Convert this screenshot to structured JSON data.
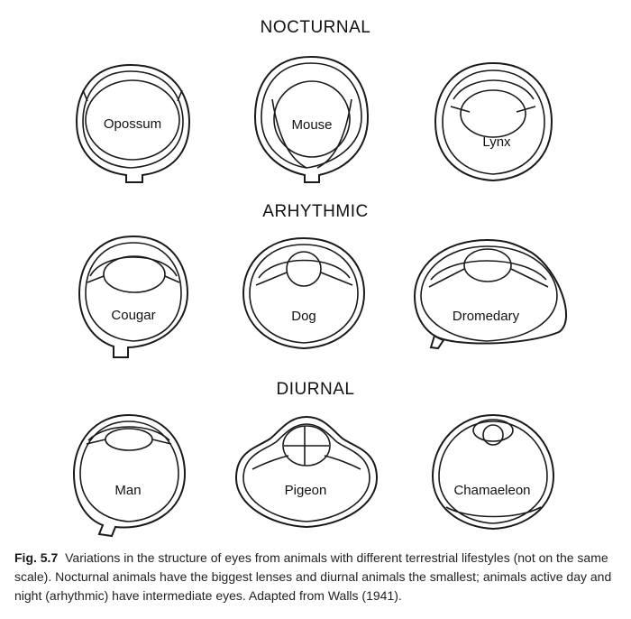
{
  "sections": {
    "nocturnal": "NOCTURNAL",
    "arrhythmic": "ARHYTHMIC",
    "diurnal": "DIURNAL"
  },
  "eyes": {
    "opossum": "Opossum",
    "mouse": "Mouse",
    "lynx": "Lynx",
    "cougar": "Cougar",
    "dog": "Dog",
    "dromedary": "Dromedary",
    "man": "Man",
    "pigeon": "Pigeon",
    "chamaeleon": "Chamaeleon"
  },
  "caption": {
    "fig_label": "Fig. 5.7",
    "text": "Variations in the structure of eyes from animals with different terrestrial lifestyles (not on the same scale). Nocturnal animals have the biggest lenses and diurnal animals the smallest; animals active day and night (arhythmic) have intermediate eyes. Adapted from Walls (1941)."
  }
}
